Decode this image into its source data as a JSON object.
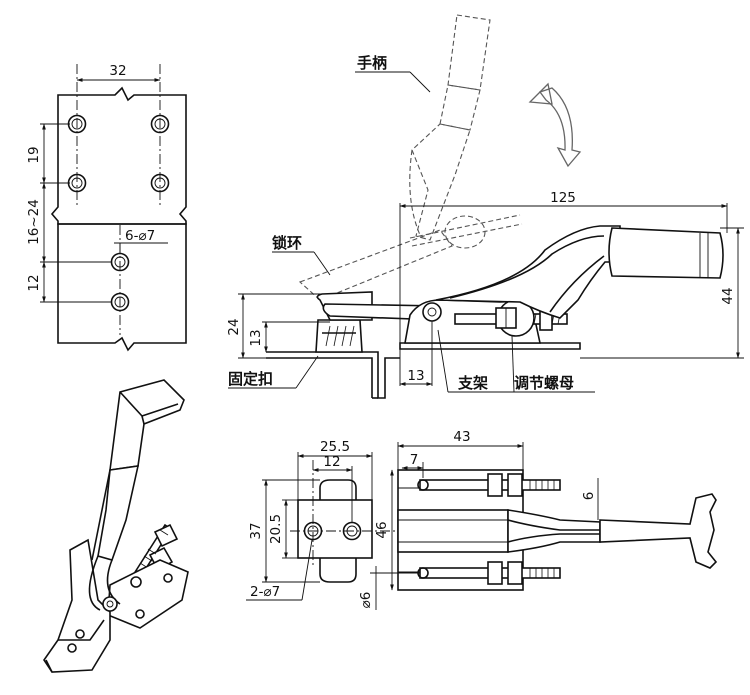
{
  "labels": {
    "handle": "手柄",
    "lock_ring": "锁环",
    "fixed_buckle": "固定扣",
    "bracket": "支架",
    "adjust_nut": "调节螺母"
  },
  "dimensions": {
    "hole_pitch_w": "32",
    "hole_pitch_h": "19",
    "adjust_range": "16~24",
    "mount_pitch": "12",
    "mount_holes": "6-⌀7",
    "overall_length": "125",
    "overall_height": "44",
    "buckle_height": "24",
    "hook_height": "13",
    "hook_offset": "13",
    "base_width": "25.5",
    "base_hole_pitch": "12",
    "latch_length": "43",
    "latch_offset": "7",
    "body_width": "37",
    "base_hole_span": "20.5",
    "frame_width": "46",
    "rod_dia": "⌀6",
    "rod_size": "6",
    "base_holes": "2-⌀7"
  },
  "colors": {
    "line": "#111111",
    "ghost": "#555555",
    "background": "#ffffff"
  },
  "icons": {
    "rotation_arrow": "curved-arrow-icon"
  }
}
